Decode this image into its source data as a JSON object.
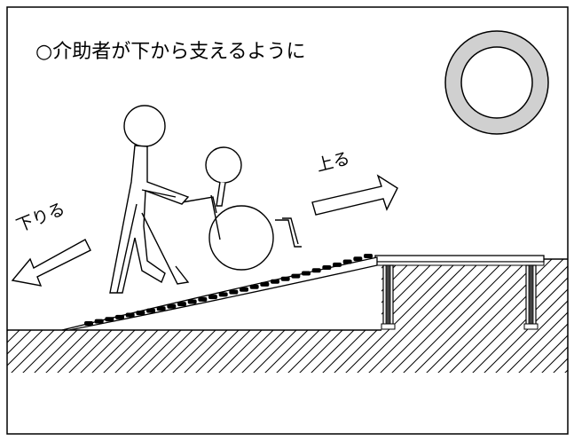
{
  "title": "○介助者が下から支えるように",
  "labels": {
    "up": "上る",
    "down": "下りる"
  },
  "colors": {
    "stroke": "#000000",
    "ring": "#d0d0d0",
    "background": "#ffffff"
  }
}
